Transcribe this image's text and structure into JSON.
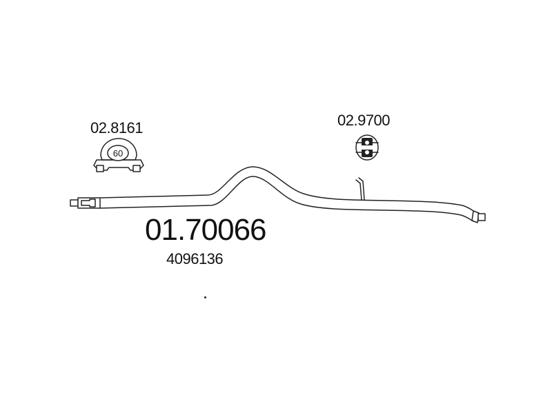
{
  "diagram": {
    "part_number": "01.70066",
    "oe_number": "4096136",
    "components": {
      "clamp": {
        "ref": "02.8161",
        "size": "60",
        "icon": "pipe-clamp-icon"
      },
      "mount": {
        "ref": "02.9700",
        "icon": "rubber-mount-icon"
      },
      "pipe": {
        "icon": "exhaust-pipe-icon"
      }
    },
    "colors": {
      "line": "#222222",
      "background": "#ffffff"
    }
  }
}
